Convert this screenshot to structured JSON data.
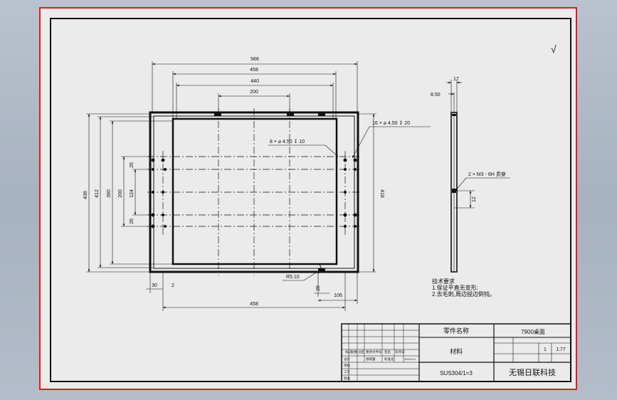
{
  "drawing": {
    "surface_finish_symbol": "√",
    "dims": {
      "w566": "566",
      "w458_top": "458",
      "w440": "440",
      "w200": "200",
      "h436": "436",
      "h412": "412",
      "h390": "390",
      "h200": "200",
      "h124": "124",
      "s26_a": "26",
      "s26_b": "26",
      "h418": "418",
      "b30": "30",
      "b2": "2",
      "b26": "26",
      "b106": "106",
      "w458_bottom": "458",
      "side_17": "17",
      "side_850": "8.50",
      "side_12": "12",
      "radius": "R3.10"
    },
    "callouts": {
      "holes_16": "16 × ⌀ 4.50 ↧ 20",
      "holes_8": "8 × ⌀ 4.50 ↧ 10",
      "thread": "2 × M3 - 6H 贯穿"
    },
    "tech_req": {
      "title": "技术要求",
      "line1": "1.保证平直无变形;",
      "line2": "2.去毛刺,周边锐边倒钝。"
    }
  },
  "title_block": {
    "part_name_label": "零件名称",
    "part_name": "7900桌面",
    "material_label": "材料",
    "material": "SUS304/1=3",
    "company": "无锡日联科技",
    "qty": "1",
    "scale": "1:77",
    "small_row": [
      "标记",
      "处数",
      "分区",
      "更改文件号",
      "签名",
      "年月日"
    ],
    "small_row2": [
      "设计",
      "张晓蕾",
      "2019.4.9",
      "标准化"
    ],
    "rows_left": [
      "审核",
      "工艺",
      "批准"
    ]
  },
  "colors": {
    "frame": "#e31b1b",
    "line": "#111111",
    "sheet": "#ebebeb"
  }
}
